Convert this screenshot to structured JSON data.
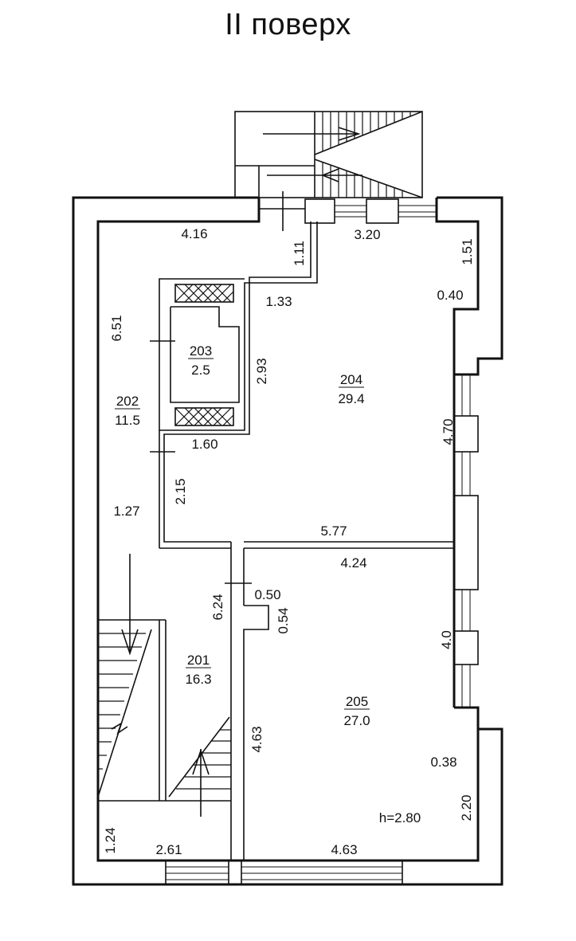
{
  "title": "ІІ поверх",
  "rooms": [
    {
      "number": "201",
      "area": "16.3"
    },
    {
      "number": "202",
      "area": "11.5"
    },
    {
      "number": "203",
      "area": "2.5"
    },
    {
      "number": "204",
      "area": "29.4"
    },
    {
      "number": "205",
      "area": "27.0"
    }
  ],
  "dimensions": [
    "4.16",
    "1.11",
    "3.20",
    "1.51",
    "1.33",
    "0.40",
    "6.51",
    "2.93",
    "4.70",
    "1.60",
    "2.15",
    "1.27",
    "5.77",
    "4.24",
    "6.24",
    "0.50",
    "0.54",
    "4.0",
    "4.63",
    "0.38",
    "2.20",
    "1.24",
    "2.61",
    "4.63"
  ],
  "ceiling_height": "h=2.80"
}
